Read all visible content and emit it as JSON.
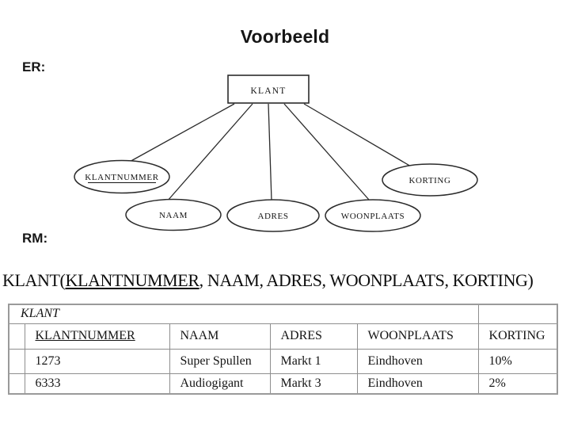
{
  "slide": {
    "title": "Voorbeeld",
    "er_label": "ER:",
    "rm_label": "RM:"
  },
  "er_diagram": {
    "entity": "KLANT",
    "attributes": [
      {
        "label": "KLANTNUMMER",
        "key": true
      },
      {
        "label": "NAAM",
        "key": false
      },
      {
        "label": "ADRES",
        "key": false
      },
      {
        "label": "WOONPLAATS",
        "key": false
      },
      {
        "label": "KORTING",
        "key": false
      }
    ]
  },
  "rm": {
    "formula_prefix": "KLANT(",
    "key_attribute": "KLANTNUMMER",
    "formula_suffix": ", NAAM, ADRES, WOONPLAATS, KORTING)"
  },
  "table": {
    "caption": "KLANT",
    "columns": [
      "KLANTNUMMER",
      "NAAM",
      "ADRES",
      "WOONPLAATS",
      "KORTING"
    ],
    "rows": [
      [
        "1273",
        "Super Spullen",
        "Markt 1",
        "Eindhoven",
        "10%"
      ],
      [
        "6333",
        "Audiogigant",
        "Markt 3",
        "Eindhoven",
        "2%"
      ]
    ]
  },
  "colors": {
    "text": "#111111",
    "diagram_stroke": "#2b2b2b",
    "table_border": "#9a9a9a",
    "background": "#ffffff"
  }
}
